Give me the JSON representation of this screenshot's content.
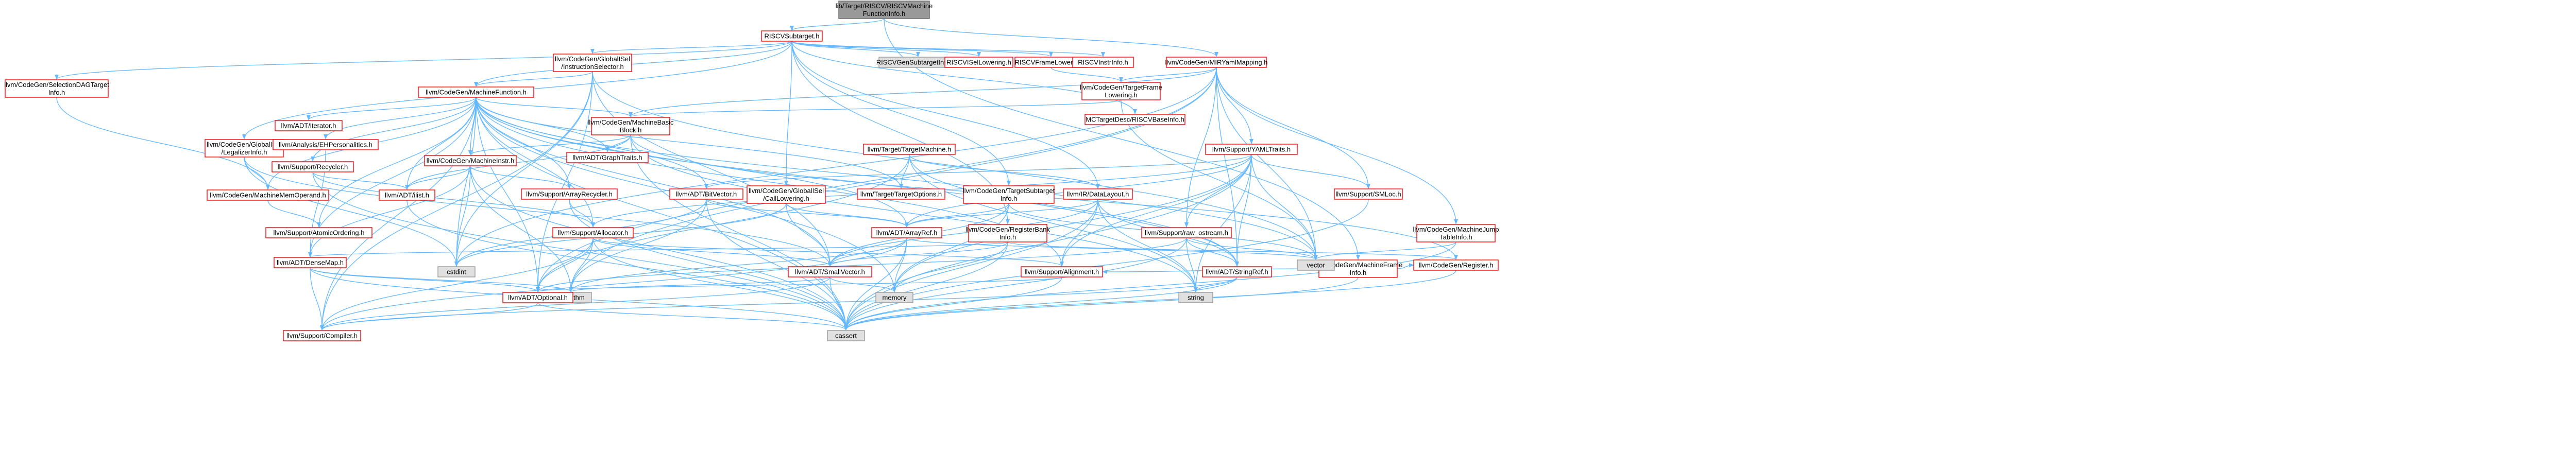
{
  "colors": {
    "root_fill": "#999999",
    "root_stroke": "#666666",
    "doc_fill": "#ffffff",
    "doc_stroke": "#ff0000",
    "nodoc_fill": "#e0e0e0",
    "nodoc_stroke": "#999999",
    "edge_color": "#63b8ff"
  },
  "nodes": [
    {
      "id": "root",
      "label": [
        "lib/Target/RISCV/RISCVMachine",
        "FunctionInfo.h"
      ],
      "kind": "root"
    },
    {
      "id": "subtarget",
      "label": [
        "RISCVSubtarget.h"
      ],
      "kind": "doc"
    },
    {
      "id": "mirymlmapping",
      "label": [
        "llvm/CodeGen/MIRYamlMapping.h"
      ],
      "kind": "doc"
    },
    {
      "id": "machinefunctioninfo",
      "label": [
        "llvm/CodeGen/MachineFrame",
        "Info.h"
      ],
      "kind": "doc"
    },
    {
      "id": "selectiondagtargetinfo",
      "label": [
        "llvm/CodeGen/SelectionDAGTarget",
        "Info.h"
      ],
      "kind": "doc"
    },
    {
      "id": "instructionselector",
      "label": [
        "llvm/CodeGen/GlobalISel",
        "/InstructionSelector.h"
      ],
      "kind": "doc"
    },
    {
      "id": "riscvgensubtargetinfo",
      "label": [
        "RISCVGenSubtargetInfo.inc"
      ],
      "kind": "nodoc"
    },
    {
      "id": "riscvisellowering",
      "label": [
        "RISCVISelLowering.h"
      ],
      "kind": "doc"
    },
    {
      "id": "riscvframelowering",
      "label": [
        "RISCVFrameLowering.h"
      ],
      "kind": "doc"
    },
    {
      "id": "riscvinstrinfo",
      "label": [
        "RISCVInstrInfo.h"
      ],
      "kind": "doc"
    },
    {
      "id": "machinefunction",
      "label": [
        "llvm/CodeGen/MachineFunction.h"
      ],
      "kind": "doc"
    },
    {
      "id": "targetframelowering",
      "label": [
        "llvm/CodeGen/TargetFrame",
        "Lowering.h"
      ],
      "kind": "doc"
    },
    {
      "id": "adt_iterator",
      "label": [
        "llvm/ADT/iterator.h"
      ],
      "kind": "doc"
    },
    {
      "id": "legalizerinfo",
      "label": [
        "llvm/CodeGen/GlobalISel",
        "/LegalizerInfo.h"
      ],
      "kind": "doc"
    },
    {
      "id": "eh_personalities",
      "label": [
        "llvm/Analysis/EHPersonalities.h"
      ],
      "kind": "doc"
    },
    {
      "id": "recycler",
      "label": [
        "llvm/Support/Recycler.h"
      ],
      "kind": "doc"
    },
    {
      "id": "machinebasicblock",
      "label": [
        "llvm/CodeGen/MachineBasic",
        "Block.h"
      ],
      "kind": "doc"
    },
    {
      "id": "machineinstr",
      "label": [
        "llvm/CodeGen/MachineInstr.h"
      ],
      "kind": "doc"
    },
    {
      "id": "graphtraits",
      "label": [
        "llvm/ADT/GraphTraits.h"
      ],
      "kind": "doc"
    },
    {
      "id": "riscvbaseinfo",
      "label": [
        "MCTargetDesc/RISCVBaseInfo.h"
      ],
      "kind": "doc"
    },
    {
      "id": "targetmachine",
      "label": [
        "llvm/Target/TargetMachine.h"
      ],
      "kind": "doc"
    },
    {
      "id": "yamltraits",
      "label": [
        "llvm/Support/YAMLTraits.h"
      ],
      "kind": "doc"
    },
    {
      "id": "machineoperand",
      "label": [
        "llvm/CodeGen/MachineMemOperand.h"
      ],
      "kind": "doc"
    },
    {
      "id": "atomicordering",
      "label": [
        "llvm/Support/AtomicOrdering.h"
      ],
      "kind": "doc"
    },
    {
      "id": "ilist",
      "label": [
        "llvm/ADT/ilist.h"
      ],
      "kind": "doc"
    },
    {
      "id": "arrayrecycler",
      "label": [
        "llvm/Support/ArrayRecycler.h"
      ],
      "kind": "doc"
    },
    {
      "id": "bitvector",
      "label": [
        "llvm/ADT/BitVector.h"
      ],
      "kind": "doc"
    },
    {
      "id": "calllowering",
      "label": [
        "llvm/CodeGen/GlobalISel",
        "/CallLowering.h"
      ],
      "kind": "doc"
    },
    {
      "id": "targetoptions",
      "label": [
        "llvm/Target/TargetOptions.h"
      ],
      "kind": "doc"
    },
    {
      "id": "targetsubtargetinfo",
      "label": [
        "llvm/CodeGen/TargetSubtarget",
        "Info.h"
      ],
      "kind": "doc"
    },
    {
      "id": "datalayout",
      "label": [
        "llvm/IR/DataLayout.h"
      ],
      "kind": "doc"
    },
    {
      "id": "smloc",
      "label": [
        "llvm/Support/SMLoc.h"
      ],
      "kind": "doc"
    },
    {
      "id": "allocator",
      "label": [
        "llvm/Support/Allocator.h"
      ],
      "kind": "doc"
    },
    {
      "id": "arrayref",
      "label": [
        "llvm/ADT/ArrayRef.h"
      ],
      "kind": "doc"
    },
    {
      "id": "registerbankinfo",
      "label": [
        "llvm/CodeGen/RegisterBank",
        "Info.h"
      ],
      "kind": "doc"
    },
    {
      "id": "raw_ostream",
      "label": [
        "llvm/Support/raw_ostream.h"
      ],
      "kind": "doc"
    },
    {
      "id": "jumptableinfo",
      "label": [
        "llvm/CodeGen/MachineJump",
        "TableInfo.h"
      ],
      "kind": "doc"
    },
    {
      "id": "densemap",
      "label": [
        "llvm/ADT/DenseMap.h"
      ],
      "kind": "doc"
    },
    {
      "id": "cstdint",
      "label": [
        "cstdint"
      ],
      "kind": "nodoc"
    },
    {
      "id": "smallvector",
      "label": [
        "llvm/ADT/SmallVector.h"
      ],
      "kind": "doc"
    },
    {
      "id": "alignment",
      "label": [
        "llvm/Support/Alignment.h"
      ],
      "kind": "doc"
    },
    {
      "id": "stringref",
      "label": [
        "llvm/ADT/StringRef.h"
      ],
      "kind": "doc"
    },
    {
      "id": "vector",
      "label": [
        "vector"
      ],
      "kind": "nodoc"
    },
    {
      "id": "codegen_register",
      "label": [
        "llvm/CodeGen/Register.h"
      ],
      "kind": "doc"
    },
    {
      "id": "algorithm",
      "label": [
        "algorithm"
      ],
      "kind": "nodoc"
    },
    {
      "id": "memory",
      "label": [
        "memory"
      ],
      "kind": "nodoc"
    },
    {
      "id": "optional",
      "label": [
        "llvm/ADT/Optional.h"
      ],
      "kind": "doc"
    },
    {
      "id": "string",
      "label": [
        "string"
      ],
      "kind": "nodoc"
    },
    {
      "id": "compiler",
      "label": [
        "llvm/Support/Compiler.h"
      ],
      "kind": "doc"
    },
    {
      "id": "cassert",
      "label": [
        "cassert"
      ],
      "kind": "nodoc"
    }
  ],
  "edges": [
    [
      "root",
      "subtarget"
    ],
    [
      "root",
      "mirymlmapping"
    ],
    [
      "root",
      "machinefunctioninfo"
    ],
    [
      "subtarget",
      "selectiondagtargetinfo"
    ],
    [
      "subtarget",
      "instructionselector"
    ],
    [
      "subtarget",
      "riscvgensubtargetinfo"
    ],
    [
      "subtarget",
      "riscvisellowering"
    ],
    [
      "subtarget",
      "riscvframelowering"
    ],
    [
      "subtarget",
      "riscvinstrinfo"
    ],
    [
      "subtarget",
      "calllowering"
    ],
    [
      "subtarget",
      "legalizerinfo"
    ],
    [
      "subtarget",
      "riscvbaseinfo"
    ],
    [
      "subtarget",
      "targetsubtargetinfo"
    ],
    [
      "subtarget",
      "registerbankinfo"
    ],
    [
      "subtarget",
      "datalayout"
    ],
    [
      "subtarget",
      "machinefunction"
    ],
    [
      "mirymlmapping",
      "targetframelowering"
    ],
    [
      "mirymlmapping",
      "machinebasicblock"
    ],
    [
      "mirymlmapping",
      "yamltraits"
    ],
    [
      "mirymlmapping",
      "smloc"
    ],
    [
      "mirymlmapping",
      "raw_ostream"
    ],
    [
      "mirymlmapping",
      "jumptableinfo"
    ],
    [
      "mirymlmapping",
      "vector"
    ],
    [
      "mirymlmapping",
      "stringref"
    ],
    [
      "mirymlmapping",
      "optional"
    ],
    [
      "mirymlmapping",
      "algorithm"
    ],
    [
      "mirymlmapping",
      "cstdint"
    ],
    [
      "machinefunctioninfo",
      "codegen_register"
    ],
    [
      "machinefunctioninfo",
      "alignment"
    ],
    [
      "machinefunctioninfo",
      "vector"
    ],
    [
      "machinefunctioninfo",
      "cassert"
    ],
    [
      "selectiondagtargetinfo",
      "machineoperand"
    ],
    [
      "instructionselector",
      "machinefunction"
    ],
    [
      "instructionselector",
      "smallvector"
    ],
    [
      "instructionselector",
      "cstdint"
    ],
    [
      "instructionselector",
      "optional"
    ],
    [
      "instructionselector",
      "vector"
    ],
    [
      "instructionselector",
      "compiler"
    ],
    [
      "riscvframelowering",
      "targetframelowering"
    ],
    [
      "machinefunction",
      "adt_iterator"
    ],
    [
      "machinefunction",
      "eh_personalities"
    ],
    [
      "machinefunction",
      "recycler"
    ],
    [
      "machinefunction",
      "machinebasicblock"
    ],
    [
      "machinefunction",
      "machineinstr"
    ],
    [
      "machinefunction",
      "graphtraits"
    ],
    [
      "machinefunction",
      "machineoperand"
    ],
    [
      "machinefunction",
      "atomicordering"
    ],
    [
      "machinefunction",
      "ilist"
    ],
    [
      "machinefunction",
      "arrayrecycler"
    ],
    [
      "machinefunction",
      "bitvector"
    ],
    [
      "machinefunction",
      "targetoptions"
    ],
    [
      "machinefunction",
      "allocator"
    ],
    [
      "machinefunction",
      "arrayref"
    ],
    [
      "machinefunction",
      "densemap"
    ],
    [
      "machinefunction",
      "smallvector"
    ],
    [
      "machinefunction",
      "alignment"
    ],
    [
      "machinefunction",
      "stringref"
    ],
    [
      "machinefunction",
      "vector"
    ],
    [
      "machinefunction",
      "cstdint"
    ],
    [
      "machinefunction",
      "memory"
    ],
    [
      "machinefunction",
      "optional"
    ],
    [
      "machinefunction",
      "compiler"
    ],
    [
      "machinefunction",
      "cassert"
    ],
    [
      "targetframelowering",
      "machinebasicblock"
    ],
    [
      "targetframelowering",
      "vector"
    ],
    [
      "legalizerinfo",
      "machineoperand"
    ],
    [
      "legalizerinfo",
      "smallvector"
    ],
    [
      "legalizerinfo",
      "cstdint"
    ],
    [
      "eh_personalities",
      "densemap"
    ],
    [
      "recycler",
      "ilist"
    ],
    [
      "recycler",
      "allocator"
    ],
    [
      "recycler",
      "cassert"
    ],
    [
      "machinebasicblock",
      "machineinstr"
    ],
    [
      "machinebasicblock",
      "graphtraits"
    ],
    [
      "machinebasicblock",
      "ilist"
    ],
    [
      "machinebasicblock",
      "codegen_register"
    ],
    [
      "machinebasicblock",
      "cassert"
    ],
    [
      "machinebasicblock",
      "string"
    ],
    [
      "machineinstr",
      "ilist"
    ],
    [
      "machineinstr",
      "arrayrecycler"
    ],
    [
      "machineinstr",
      "densemap"
    ],
    [
      "machineinstr",
      "cstdint"
    ],
    [
      "machineinstr",
      "algorithm"
    ],
    [
      "machineinstr",
      "cassert"
    ],
    [
      "machineoperand",
      "atomicordering"
    ],
    [
      "ilist",
      "cassert"
    ],
    [
      "arrayrecycler",
      "allocator"
    ],
    [
      "arrayrecycler",
      "cassert"
    ],
    [
      "bitvector",
      "arrayref"
    ],
    [
      "bitvector",
      "algorithm"
    ],
    [
      "bitvector",
      "cassert"
    ],
    [
      "bitvector",
      "cstdint"
    ],
    [
      "calllowering",
      "arrayref"
    ],
    [
      "calllowering",
      "smallvector"
    ],
    [
      "calllowering",
      "cstdint"
    ],
    [
      "targetmachine",
      "datalayout"
    ],
    [
      "targetmachine",
      "targetoptions"
    ],
    [
      "targetmachine",
      "stringref"
    ],
    [
      "targetmachine",
      "string"
    ],
    [
      "targetmachine",
      "optional"
    ],
    [
      "targetsubtargetinfo",
      "arrayref"
    ],
    [
      "targetsubtargetinfo",
      "smallvector"
    ],
    [
      "targetsubtargetinfo",
      "memory"
    ],
    [
      "targetsubtargetinfo",
      "vector"
    ],
    [
      "datalayout",
      "arrayref"
    ],
    [
      "datalayout",
      "smallvector"
    ],
    [
      "datalayout",
      "alignment"
    ],
    [
      "datalayout",
      "stringref"
    ],
    [
      "datalayout",
      "cassert"
    ],
    [
      "datalayout",
      "string"
    ],
    [
      "yamltraits",
      "bitvector"
    ],
    [
      "yamltraits",
      "allocator"
    ],
    [
      "yamltraits",
      "smloc"
    ],
    [
      "yamltraits",
      "arrayref"
    ],
    [
      "yamltraits",
      "raw_ostream"
    ],
    [
      "yamltraits",
      "alignment"
    ],
    [
      "yamltraits",
      "stringref"
    ],
    [
      "yamltraits",
      "vector"
    ],
    [
      "yamltraits",
      "string"
    ],
    [
      "yamltraits",
      "memory"
    ],
    [
      "yamltraits",
      "cassert"
    ],
    [
      "smloc",
      "cassert"
    ],
    [
      "allocator",
      "smallvector"
    ],
    [
      "allocator",
      "alignment"
    ],
    [
      "allocator",
      "compiler"
    ],
    [
      "allocator",
      "algorithm"
    ],
    [
      "allocator",
      "cassert"
    ],
    [
      "allocator",
      "optional"
    ],
    [
      "arrayref",
      "smallvector"
    ],
    [
      "arrayref",
      "compiler"
    ],
    [
      "arrayref",
      "algorithm"
    ],
    [
      "arrayref",
      "memory"
    ],
    [
      "arrayref",
      "vector"
    ],
    [
      "arrayref",
      "cassert"
    ],
    [
      "registerbankinfo",
      "densemap"
    ],
    [
      "registerbankinfo",
      "smallvector"
    ],
    [
      "registerbankinfo",
      "codegen_register"
    ],
    [
      "registerbankinfo",
      "memory"
    ],
    [
      "registerbankinfo",
      "cassert"
    ],
    [
      "raw_ostream",
      "stringref"
    ],
    [
      "raw_ostream",
      "optional"
    ],
    [
      "raw_ostream",
      "cassert"
    ],
    [
      "raw_ostream",
      "string"
    ],
    [
      "raw_ostream",
      "vector"
    ],
    [
      "jumptableinfo",
      "vector"
    ],
    [
      "jumptableinfo",
      "cassert"
    ],
    [
      "densemap",
      "optional"
    ],
    [
      "densemap",
      "compiler"
    ],
    [
      "densemap",
      "algorithm"
    ],
    [
      "densemap",
      "cassert"
    ],
    [
      "smallvector",
      "compiler"
    ],
    [
      "smallvector",
      "algorithm"
    ],
    [
      "smallvector",
      "memory"
    ],
    [
      "smallvector",
      "cassert"
    ],
    [
      "alignment",
      "optional"
    ],
    [
      "alignment",
      "cassert"
    ],
    [
      "stringref",
      "string"
    ],
    [
      "stringref",
      "compiler"
    ],
    [
      "stringref",
      "cassert"
    ],
    [
      "codegen_register",
      "cassert"
    ],
    [
      "optional",
      "compiler"
    ],
    [
      "optional",
      "cassert"
    ]
  ]
}
